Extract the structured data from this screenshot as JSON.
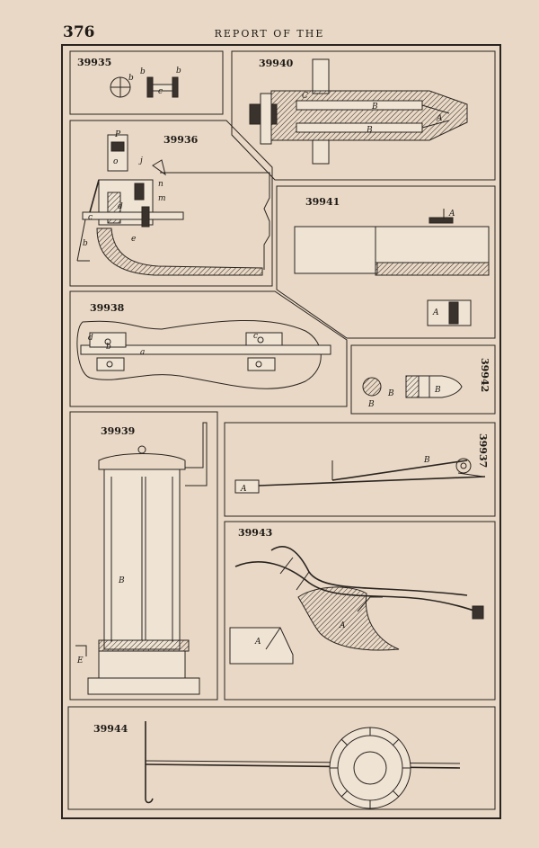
{
  "header": {
    "page_number": "376",
    "running_title": "REPORT OF THE"
  },
  "figures": [
    {
      "id": "39935",
      "labels": [
        "b",
        "b",
        "c",
        "b"
      ]
    },
    {
      "id": "39940",
      "labels": [
        "C",
        "B",
        "B",
        "A"
      ]
    },
    {
      "id": "39936",
      "labels": [
        "P",
        "o",
        "j",
        "n",
        "m",
        "d",
        "c",
        "e",
        "b"
      ]
    },
    {
      "id": "39941",
      "labels": [
        "A",
        "A"
      ]
    },
    {
      "id": "39938",
      "labels": [
        "d",
        "b",
        "a",
        "c"
      ]
    },
    {
      "id": "39942",
      "labels": [
        "B",
        "B",
        "B"
      ]
    },
    {
      "id": "39939",
      "labels": [
        "B",
        "E"
      ]
    },
    {
      "id": "39937",
      "labels": [
        "B",
        "A"
      ]
    },
    {
      "id": "39943",
      "labels": [
        "A",
        "A"
      ]
    },
    {
      "id": "39944",
      "labels": []
    }
  ]
}
